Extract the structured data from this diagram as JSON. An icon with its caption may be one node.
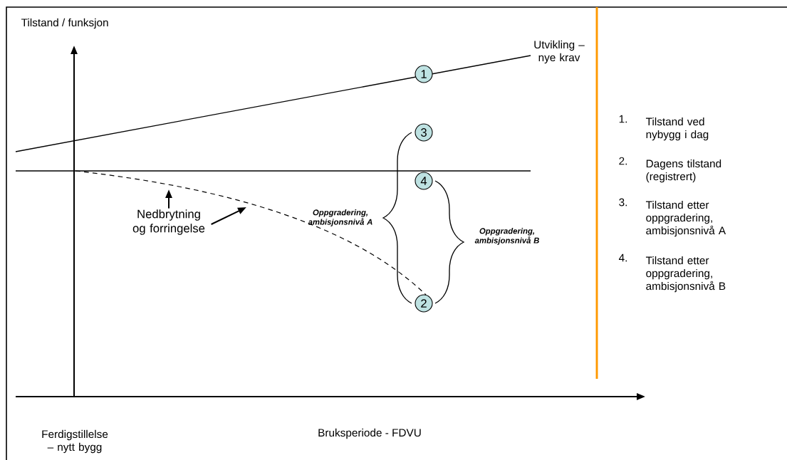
{
  "diagram": {
    "nodes": [
      {
        "text": [
          "1"
        ]
      },
      {
        "text": [
          "3"
        ]
      },
      {
        "text": [
          "4"
        ]
      },
      {
        "text": [
          "2"
        ]
      },
      {
        "text": [
          "Nedbrytning og forringelse"
        ]
      }
    ],
    "edges": [
      {
        "from": 4,
        "to": null,
        "arrow": "to"
      },
      {
        "from": 4,
        "to": null,
        "arrow": "to"
      }
    ],
    "labels": [
      "Tilstand / funksjon",
      "Utvikling – nye krav",
      "1.",
      "Tilstand ved nybygg i dag",
      "2.",
      "Dagens tilstand (registrert)",
      "3.",
      "Tilstand etter oppgradering, ambisjonsnivå A",
      "4.",
      "Tilstand etter oppgradering, ambisjonsnivå B",
      "Oppgradering, ambisjonsnivå A",
      "Oppgradering, ambisjonsnivå B",
      "Ferdigstillelse – nytt bygg",
      "Bruksperiode - FDVU"
    ]
  }
}
